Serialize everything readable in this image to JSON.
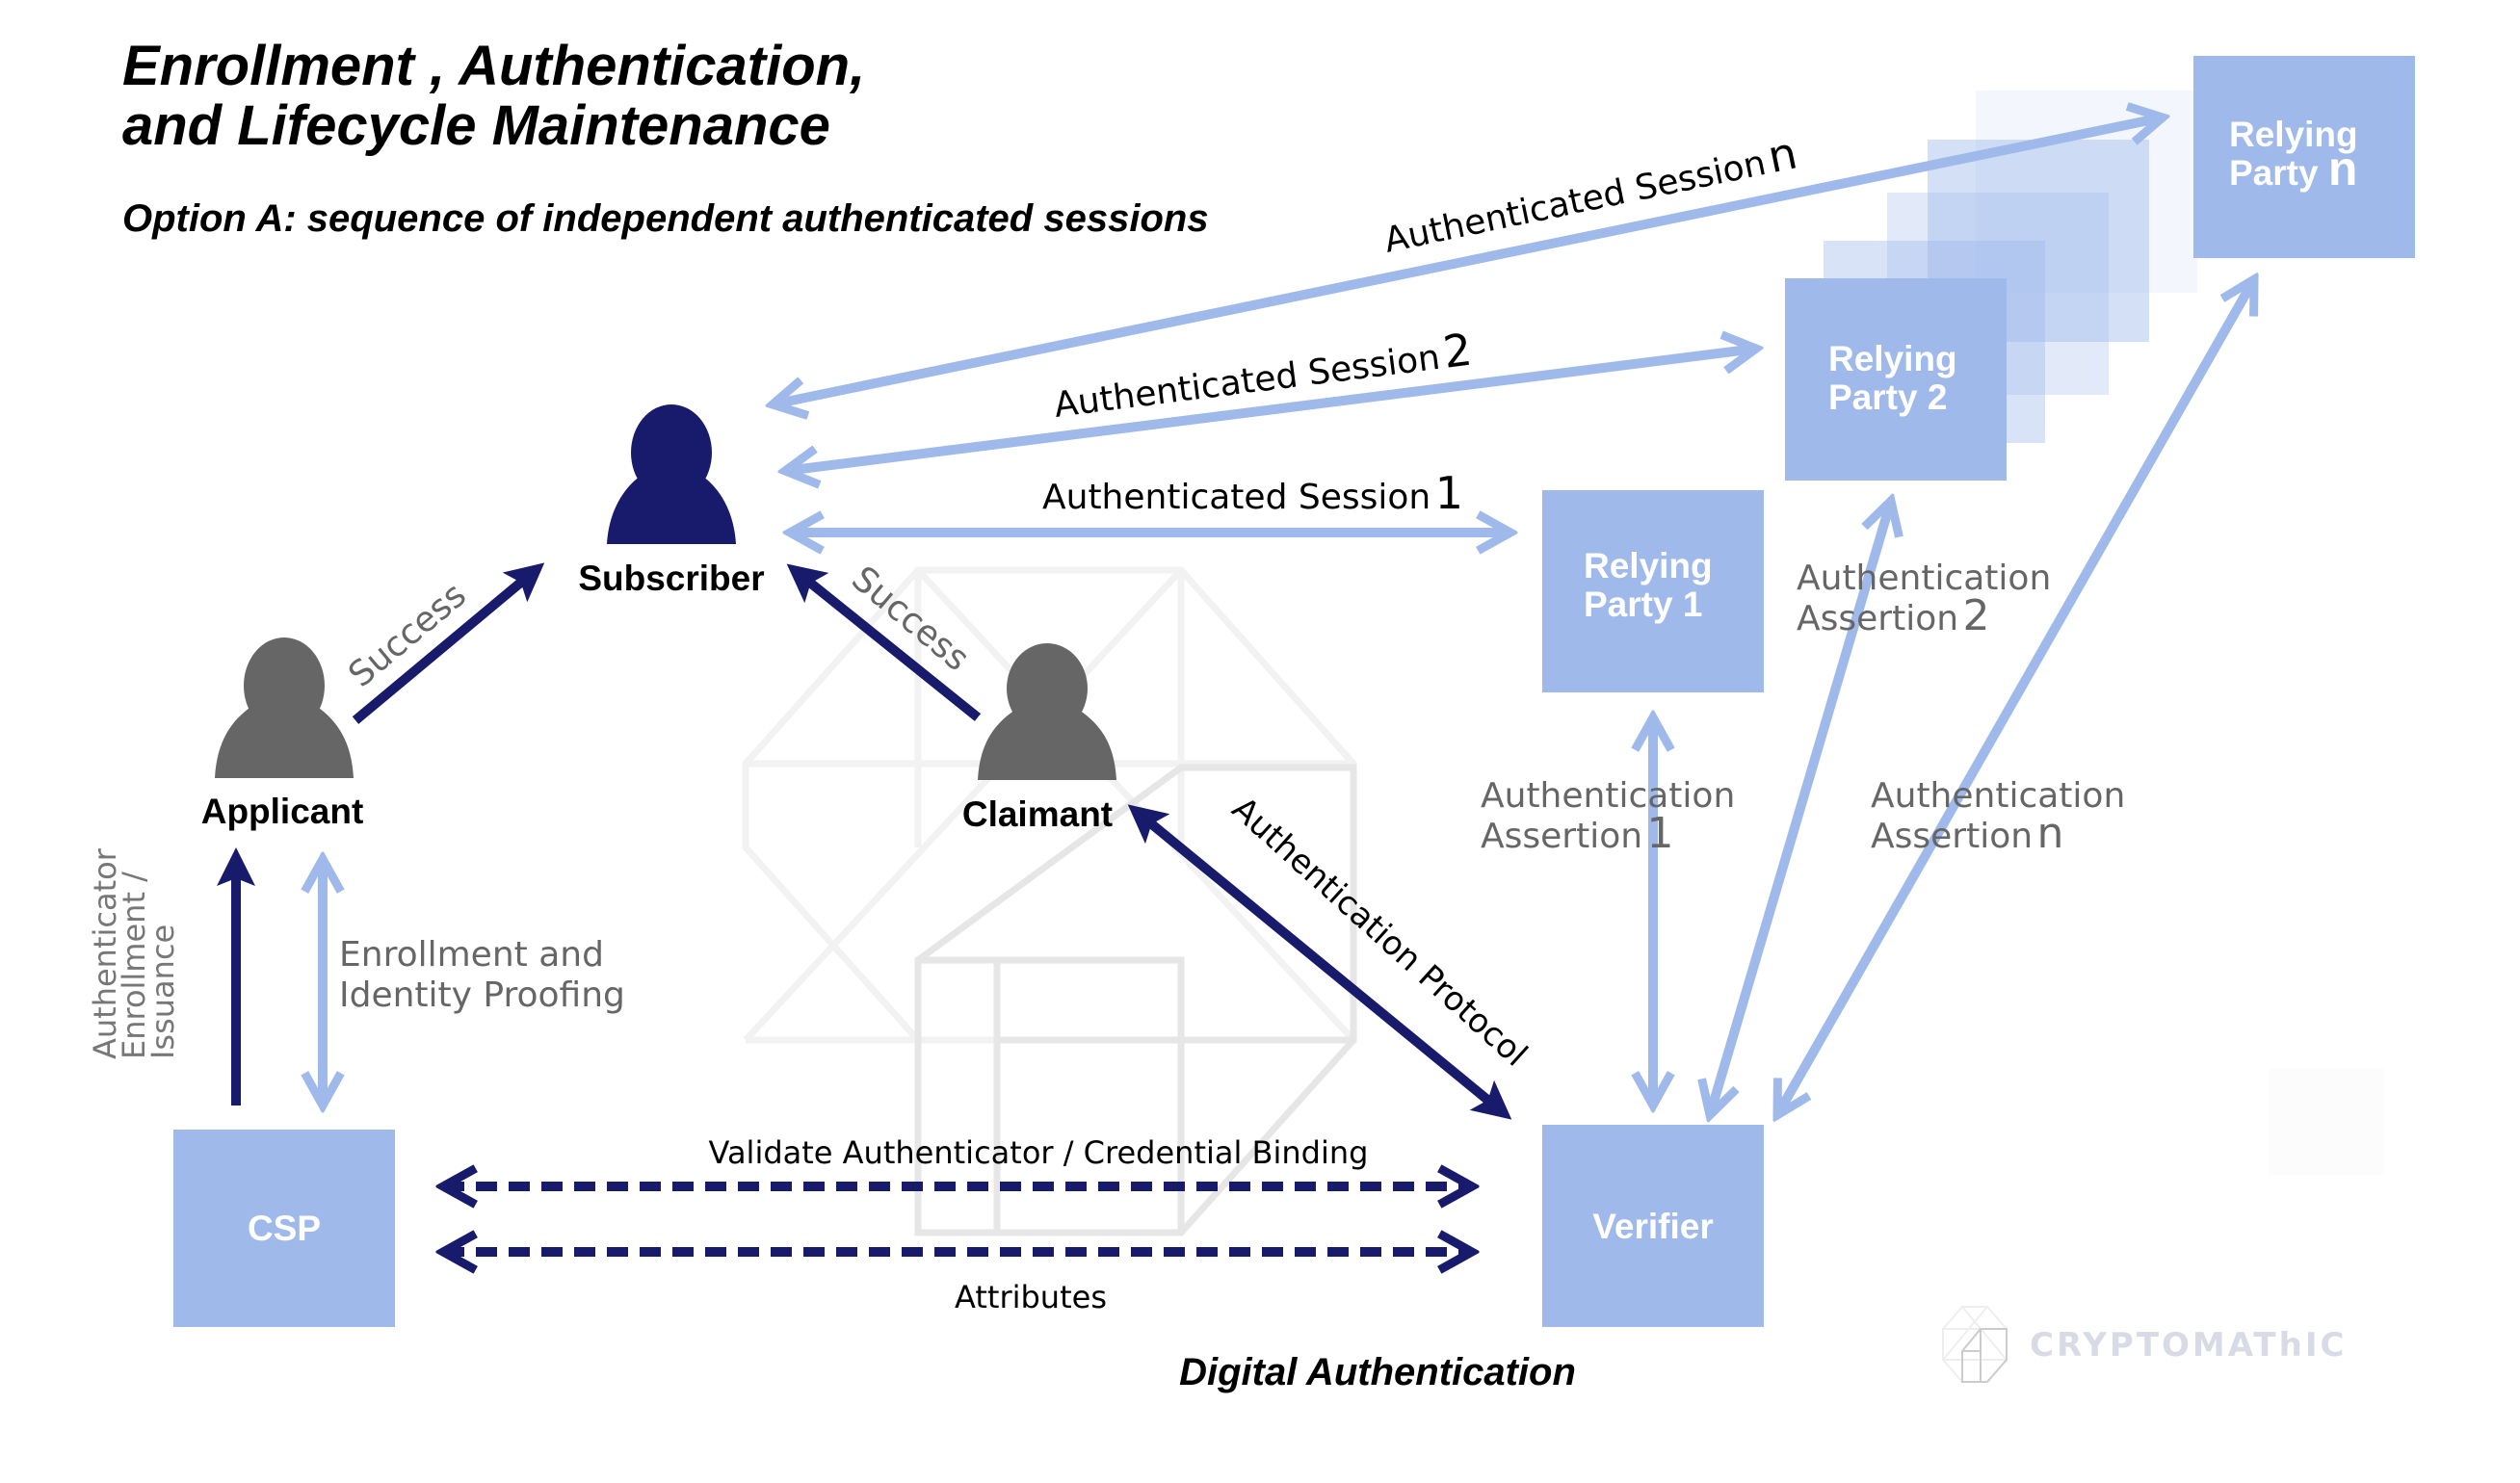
{
  "title": {
    "line1": "Enrollment ,  Authentication,",
    "line2": "and Lifecycle Maintenance",
    "subtitle": "Option A: sequence of independent authenticated sessions"
  },
  "colors": {
    "navy": "#181a6b",
    "light_blue": "#9fbaea",
    "grey_actor": "#666666",
    "grey_text": "#666666",
    "watermark": "#ebebeb",
    "logo": "#d8dbe6"
  },
  "actors": {
    "subscriber": {
      "label": "Subscriber",
      "icon": "person-icon",
      "color": "#181a6b"
    },
    "applicant": {
      "label": "Applicant",
      "icon": "person-icon",
      "color": "#666666"
    },
    "claimant": {
      "label": "Claimant",
      "icon": "person-icon",
      "color": "#666666"
    }
  },
  "boxes": {
    "rp1": {
      "line1": "Relying",
      "line2": "Party 1"
    },
    "rp2": {
      "line1": "Relying",
      "line2": "Party 2"
    },
    "rpn": {
      "line1": "Relying",
      "line2": "Party",
      "suffix": "n"
    },
    "verifier": {
      "label": "Verifier"
    },
    "csp": {
      "label": "CSP"
    }
  },
  "sessions": {
    "s1": {
      "text": "Authenticated Session",
      "num": "1"
    },
    "s2": {
      "text": "Authenticated Session",
      "num": "2"
    },
    "sn": {
      "text": "Authenticated Session",
      "num": "n"
    }
  },
  "assertions": {
    "a1": {
      "line1": "Authentication",
      "line2": "Assertion",
      "num": "1"
    },
    "a2": {
      "line1": "Authentication",
      "line2": "Assertion",
      "num": "2"
    },
    "an": {
      "line1": "Authentication",
      "line2": "Assertion",
      "num": "n"
    }
  },
  "labels": {
    "success_applicant": "Success",
    "success_claimant": "Success",
    "auth_protocol": "Authentication Protocol",
    "enroll_line1": "Enrollment and",
    "enroll_line2": "Identity Proofing",
    "issuance_line1": "Authenticator",
    "issuance_line2": "Enrollment /",
    "issuance_line3": "Issuance",
    "validate": "Validate Authenticator / Credential Binding",
    "attributes": "Attributes",
    "footer": "Digital Authentication"
  },
  "logo": {
    "text": "CRYPTOMAThIC",
    "icon": "hypercube-logo-icon"
  }
}
